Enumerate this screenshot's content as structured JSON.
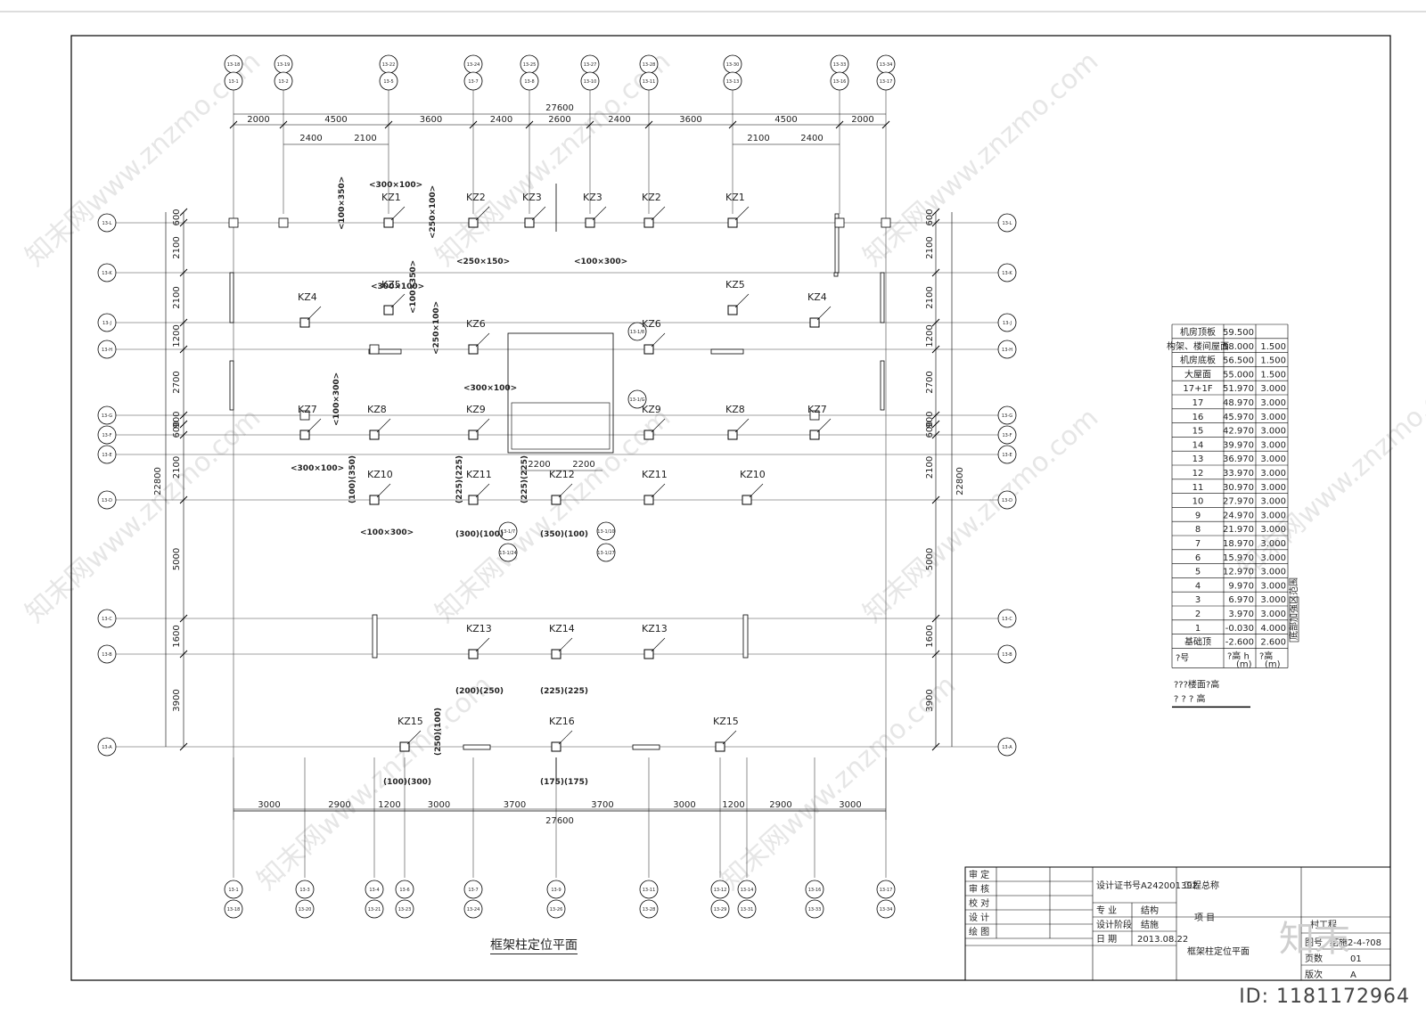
{
  "drawing_title": "框架柱定位平面",
  "top_axes": [
    {
      "top": "13-18",
      "bottom": "13-1"
    },
    {
      "top": "13-19",
      "bottom": "13-2"
    },
    {
      "top": "13-22",
      "bottom": "13-5"
    },
    {
      "top": "13-24",
      "bottom": "13-7"
    },
    {
      "top": "13-25",
      "bottom": "13-8"
    },
    {
      "top": "13-27",
      "bottom": "13-10"
    },
    {
      "top": "13-28",
      "bottom": "13-11"
    },
    {
      "top": "13-30",
      "bottom": "13-13"
    },
    {
      "top": "13-33",
      "bottom": "13-16"
    },
    {
      "top": "13-34",
      "bottom": "13-17"
    }
  ],
  "bottom_axes": [
    {
      "top": "13-1",
      "bottom": "13-18"
    },
    {
      "top": "13-3",
      "bottom": "13-20"
    },
    {
      "top": "13-4",
      "bottom": "13-21"
    },
    {
      "top": "13-6",
      "bottom": "13-23"
    },
    {
      "top": "13-7",
      "bottom": "13-24"
    },
    {
      "top": "13-9",
      "bottom": "13-26"
    },
    {
      "top": "13-11",
      "bottom": "13-28"
    },
    {
      "top": "13-12",
      "bottom": "13-29"
    },
    {
      "top": "13-14",
      "bottom": "13-31"
    },
    {
      "top": "13-16",
      "bottom": "13-33"
    },
    {
      "top": "13-17",
      "bottom": "13-34"
    }
  ],
  "row_axes": [
    "13-L",
    "13-K",
    "13-J",
    "13-H",
    "13-G",
    "13-F",
    "13-E",
    "13-D",
    "13-C",
    "13-B",
    "13-A"
  ],
  "top_total": "27600",
  "top_dims": [
    "2000",
    "4500",
    "3600",
    "2400",
    "2600",
    "2400",
    "3600",
    "4500",
    "2000"
  ],
  "top_sub_dims": [
    "2400",
    "2100",
    "2100",
    "2400"
  ],
  "bottom_total": "27600",
  "bottom_dims": [
    "3000",
    "2900",
    "1200",
    "3000",
    "3700",
    "3700",
    "3000",
    "1200",
    "2900",
    "3000"
  ],
  "left_total": "22800",
  "right_total": "22800",
  "side_dims": [
    "600",
    "2100",
    "2100",
    "1200",
    "2700",
    "900",
    "600",
    "2100",
    "5000",
    "1600",
    "3900"
  ],
  "mid_dims": [
    "2200",
    "2200"
  ],
  "columns": [
    {
      "label": "KZ1"
    },
    {
      "label": "KZ2"
    },
    {
      "label": "KZ3"
    },
    {
      "label": "KZ3"
    },
    {
      "label": "KZ2"
    },
    {
      "label": "KZ1"
    },
    {
      "label": "KZ4"
    },
    {
      "label": "KZ5"
    },
    {
      "label": "KZ5"
    },
    {
      "label": "KZ4"
    },
    {
      "label": "KZ6"
    },
    {
      "label": "KZ6"
    },
    {
      "label": "KZ7"
    },
    {
      "label": "KZ8"
    },
    {
      "label": "KZ9"
    },
    {
      "label": "KZ9"
    },
    {
      "label": "KZ8"
    },
    {
      "label": "KZ7"
    },
    {
      "label": "KZ10"
    },
    {
      "label": "KZ11"
    },
    {
      "label": "KZ12"
    },
    {
      "label": "KZ11"
    },
    {
      "label": "KZ10"
    },
    {
      "label": "KZ13"
    },
    {
      "label": "KZ14"
    },
    {
      "label": "KZ13"
    },
    {
      "label": "KZ15"
    },
    {
      "label": "KZ16"
    },
    {
      "label": "KZ15"
    }
  ],
  "annotations": [
    "<300×100>",
    "<100×350>",
    "<300×100>",
    "<250×150>",
    "<250×100>",
    "<100×300>",
    "<300×100>",
    "<100×350>",
    "<250×100>",
    "<300×100>",
    "<100×300>",
    "<100×300>",
    "(100)(350)",
    "(300)(100)",
    "(225)(225)",
    "(350)(100)",
    "(225)(225)",
    "(200)(250)",
    "(225)(225)",
    "(100)(300)",
    "(250)(100)",
    "(175)(175)"
  ],
  "level_table": {
    "rows": [
      {
        "name": "机房顶板",
        "elev": "59.500",
        "h": ""
      },
      {
        "name": "构架、楼间屋面",
        "elev": "58.000",
        "h": "1.500"
      },
      {
        "name": "机房底板",
        "elev": "56.500",
        "h": "1.500"
      },
      {
        "name": "大屋面",
        "elev": "55.000",
        "h": "1.500"
      },
      {
        "name": "17+1F",
        "elev": "51.970",
        "h": "3.000"
      },
      {
        "name": "17",
        "elev": "48.970",
        "h": "3.000"
      },
      {
        "name": "16",
        "elev": "45.970",
        "h": "3.000"
      },
      {
        "name": "15",
        "elev": "42.970",
        "h": "3.000"
      },
      {
        "name": "14",
        "elev": "39.970",
        "h": "3.000"
      },
      {
        "name": "13",
        "elev": "36.970",
        "h": "3.000"
      },
      {
        "name": "12",
        "elev": "33.970",
        "h": "3.000"
      },
      {
        "name": "11",
        "elev": "30.970",
        "h": "3.000"
      },
      {
        "name": "10",
        "elev": "27.970",
        "h": "3.000"
      },
      {
        "name": "9",
        "elev": "24.970",
        "h": "3.000"
      },
      {
        "name": "8",
        "elev": "21.970",
        "h": "3.000"
      },
      {
        "name": "7",
        "elev": "18.970",
        "h": "3.000"
      },
      {
        "name": "6",
        "elev": "15.970",
        "h": "3.000"
      },
      {
        "name": "5",
        "elev": "12.970",
        "h": "3.000"
      },
      {
        "name": "4",
        "elev": "9.970",
        "h": "3.000"
      },
      {
        "name": "3",
        "elev": "6.970",
        "h": "3.000"
      },
      {
        "name": "2",
        "elev": "3.970",
        "h": "3.000"
      },
      {
        "name": "1",
        "elev": "-0.030",
        "h": "4.000"
      },
      {
        "name": "基础顶",
        "elev": "-2.600",
        "h": "2.600"
      }
    ],
    "footer": [
      "?号",
      "?高 h\n(m)",
      "?高\n(m)"
    ],
    "side_note": "底部加强区范围",
    "caption_line1": "???楼面?高",
    "caption_line2": "? ? ? 高"
  },
  "title_block": {
    "roles": [
      "审 定",
      "审 核",
      "校 对",
      "设 计",
      "绘 图"
    ],
    "cert": "设计证书号A242001392",
    "project_total": "工程总称",
    "major_label": "专  业",
    "major_value": "结构",
    "stage_label": "设计阶段",
    "stage_value": "结施",
    "project_label": "项   目",
    "date_label": "日  期",
    "date_value": "2013.08.22",
    "drawing_name": "框架柱定位平面",
    "drawing_no_label": "图号",
    "drawing_no_value": "结施2-4-?08",
    "pages_label": "页数",
    "pages_value": "01",
    "version_label": "版次",
    "version_value": "A",
    "stamp": "村工程"
  },
  "brand": "知末",
  "id_label": "ID: 1181172964",
  "watermark": "知末网www.znzmo.com"
}
